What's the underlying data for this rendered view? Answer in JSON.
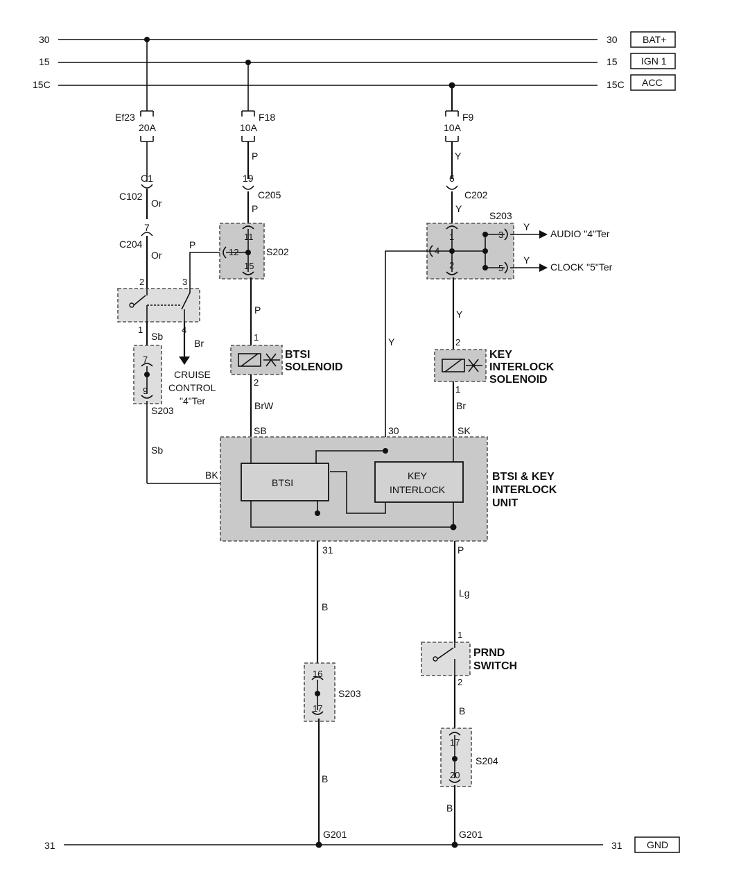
{
  "rails": {
    "r30": {
      "left": "30",
      "right": "30",
      "tag": "BAT+"
    },
    "r15": {
      "left": "15",
      "right": "15",
      "tag": "IGN 1"
    },
    "r15c": {
      "left": "15C",
      "right": "15C",
      "tag": "ACC"
    },
    "r31": {
      "left": "31",
      "right": "31",
      "tag": "GND"
    }
  },
  "fuses": {
    "ef23": {
      "name": "Ef23",
      "rating": "20A"
    },
    "f18": {
      "name": "F18",
      "rating": "10A"
    },
    "f9": {
      "name": "F9",
      "rating": "10A"
    }
  },
  "connectors": {
    "c1": "C1",
    "c102": "C102",
    "c204": "C204",
    "c205": "C205",
    "c202": "C202",
    "pin7": "7",
    "pin19": "19",
    "pin6": "6"
  },
  "wires": {
    "or1": "Or",
    "or2": "Or",
    "p1": "P",
    "p2": "P",
    "p3": "P",
    "p_cc": "P",
    "y1": "Y",
    "y2": "Y",
    "y3": "Y",
    "y_audio": "Y",
    "y_clock": "Y",
    "y_unit": "Y",
    "sb1": "Sb",
    "sb2": "Sb",
    "br_cc": "Br",
    "brw": "BrW",
    "br_key": "Br",
    "p_out": "P",
    "lg": "Lg",
    "b1": "B",
    "b2": "B",
    "b3": "B",
    "b4": "B"
  },
  "splices": {
    "s202": {
      "name": "S202",
      "pins": [
        "11",
        "12",
        "15"
      ]
    },
    "s203_top": {
      "name": "S203",
      "pins": [
        "1",
        "4",
        "2",
        "3",
        "5"
      ]
    },
    "s203_left": {
      "name": "S203",
      "pins": [
        "7",
        "9"
      ]
    },
    "s203_mid": {
      "name": "S203",
      "pins": [
        "16",
        "17"
      ]
    },
    "s204": {
      "name": "S204",
      "pins": [
        "17",
        "20"
      ]
    }
  },
  "outputs": {
    "audio": "AUDIO \"4\"Ter",
    "clock": "CLOCK \"5\"Ter"
  },
  "cruise": {
    "pins": [
      "2",
      "3",
      "1",
      "4"
    ],
    "label": [
      "CRUISE",
      "CONTROL",
      "\"4\"Ter"
    ]
  },
  "btsi_solenoid": {
    "pin_top": "1",
    "pin_bottom": "2",
    "label": [
      "BTSI",
      "SOLENOID"
    ]
  },
  "key_solenoid": {
    "pin_top": "2",
    "pin_bottom": "1",
    "label": [
      "KEY",
      "INTERLOCK",
      "SOLENOID"
    ]
  },
  "unit": {
    "terminals": {
      "sb": "SB",
      "t30": "30",
      "sk": "SK",
      "bk": "BK",
      "t31": "31",
      "p": "P"
    },
    "btsi": "BTSI",
    "key_interlock": [
      "KEY",
      "INTERLOCK"
    ],
    "label": [
      "BTSI & KEY",
      "INTERLOCK",
      "UNIT"
    ]
  },
  "prnd": {
    "pin_top": "1",
    "pin_bottom": "2",
    "label": [
      "PRND",
      "SWITCH"
    ]
  },
  "grounds": {
    "g1": "G201",
    "g2": "G201"
  }
}
